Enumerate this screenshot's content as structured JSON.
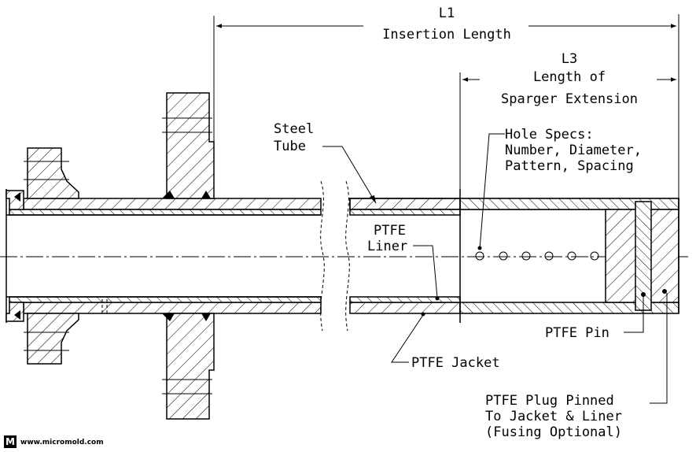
{
  "dimensions": {
    "l1": {
      "code": "L1",
      "name": "Insertion Length"
    },
    "l3": {
      "code": "L3",
      "line1": "Length of",
      "line2": "Sparger Extension"
    }
  },
  "labels": {
    "steel_tube": [
      "Steel",
      "Tube"
    ],
    "hole_specs": [
      "Hole Specs:",
      "Number, Diameter,",
      "Pattern, Spacing"
    ],
    "ptfe_liner": [
      "PTFE",
      "Liner"
    ],
    "ptfe_jacket": "PTFE Jacket",
    "ptfe_pin": "PTFE Pin",
    "ptfe_plug": [
      "PTFE Plug Pinned",
      "To Jacket & Liner",
      "(Fusing Optional)"
    ]
  },
  "brand": {
    "logo_letter": "M",
    "url": "www.micromold.com"
  }
}
